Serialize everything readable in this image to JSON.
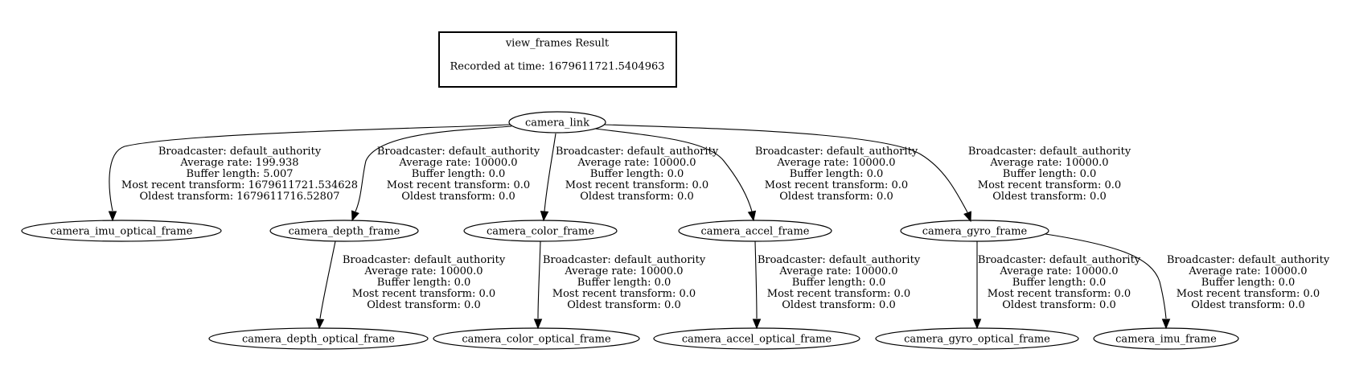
{
  "header": {
    "title": "view_frames Result",
    "recorded": "Recorded at time: 1679611721.5404963"
  },
  "nodes": [
    {
      "id": "camera_link",
      "label": "camera_link"
    },
    {
      "id": "camera_imu_optical_frame",
      "label": "camera_imu_optical_frame"
    },
    {
      "id": "camera_depth_frame",
      "label": "camera_depth_frame"
    },
    {
      "id": "camera_color_frame",
      "label": "camera_color_frame"
    },
    {
      "id": "camera_accel_frame",
      "label": "camera_accel_frame"
    },
    {
      "id": "camera_gyro_frame",
      "label": "camera_gyro_frame"
    },
    {
      "id": "camera_depth_optical_frame",
      "label": "camera_depth_optical_frame"
    },
    {
      "id": "camera_color_optical_frame",
      "label": "camera_color_optical_frame"
    },
    {
      "id": "camera_accel_optical_frame",
      "label": "camera_accel_optical_frame"
    },
    {
      "id": "camera_gyro_optical_frame",
      "label": "camera_gyro_optical_frame"
    },
    {
      "id": "camera_imu_frame",
      "label": "camera_imu_frame"
    }
  ],
  "edges": [
    {
      "from": "camera_link",
      "to": "camera_imu_optical_frame",
      "lines": [
        "Broadcaster: default_authority",
        "Average rate: 199.938",
        "Buffer length: 5.007",
        "Most recent transform: 1679611721.534628",
        "Oldest transform: 1679611716.52807"
      ]
    },
    {
      "from": "camera_link",
      "to": "camera_depth_frame",
      "lines": [
        "Broadcaster: default_authority",
        "Average rate: 10000.0",
        "Buffer length: 0.0",
        "Most recent transform: 0.0",
        "Oldest transform: 0.0"
      ]
    },
    {
      "from": "camera_link",
      "to": "camera_color_frame",
      "lines": [
        "Broadcaster: default_authority",
        "Average rate: 10000.0",
        "Buffer length: 0.0",
        "Most recent transform: 0.0",
        "Oldest transform: 0.0"
      ]
    },
    {
      "from": "camera_link",
      "to": "camera_accel_frame",
      "lines": [
        "Broadcaster: default_authority",
        "Average rate: 10000.0",
        "Buffer length: 0.0",
        "Most recent transform: 0.0",
        "Oldest transform: 0.0"
      ]
    },
    {
      "from": "camera_link",
      "to": "camera_gyro_frame",
      "lines": [
        "Broadcaster: default_authority",
        "Average rate: 10000.0",
        "Buffer length: 0.0",
        "Most recent transform: 0.0",
        "Oldest transform: 0.0"
      ]
    },
    {
      "from": "camera_depth_frame",
      "to": "camera_depth_optical_frame",
      "lines": [
        "Broadcaster: default_authority",
        "Average rate: 10000.0",
        "Buffer length: 0.0",
        "Most recent transform: 0.0",
        "Oldest transform: 0.0"
      ]
    },
    {
      "from": "camera_color_frame",
      "to": "camera_color_optical_frame",
      "lines": [
        "Broadcaster: default_authority",
        "Average rate: 10000.0",
        "Buffer length: 0.0",
        "Most recent transform: 0.0",
        "Oldest transform: 0.0"
      ]
    },
    {
      "from": "camera_accel_frame",
      "to": "camera_accel_optical_frame",
      "lines": [
        "Broadcaster: default_authority",
        "Average rate: 10000.0",
        "Buffer length: 0.0",
        "Most recent transform: 0.0",
        "Oldest transform: 0.0"
      ]
    },
    {
      "from": "camera_gyro_frame",
      "to": "camera_gyro_optical_frame",
      "lines": [
        "Broadcaster: default_authority",
        "Average rate: 10000.0",
        "Buffer length: 0.0",
        "Most recent transform: 0.0",
        "Oldest transform: 0.0"
      ]
    },
    {
      "from": "camera_gyro_frame",
      "to": "camera_imu_frame",
      "lines": [
        "Broadcaster: default_authority",
        "Average rate: 10000.0",
        "Buffer length: 0.0",
        "Most recent transform: 0.0",
        "Oldest transform: 0.0"
      ]
    }
  ]
}
